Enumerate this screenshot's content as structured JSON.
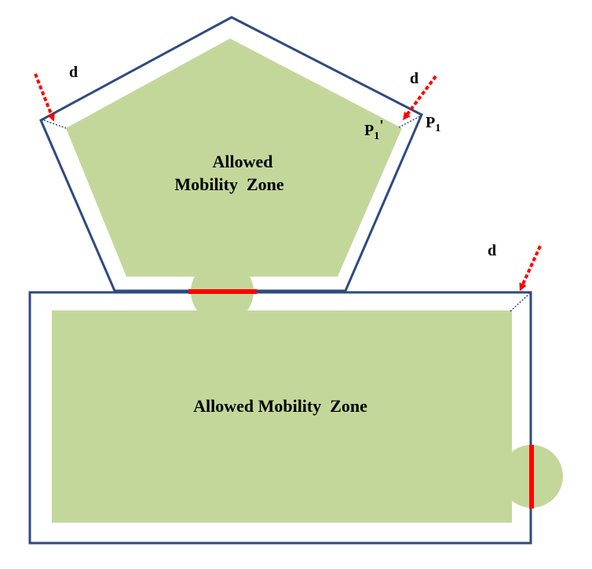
{
  "colors": {
    "outline": "#2E4A7F",
    "zone_fill": "#C4D79B",
    "gate": "#FF0000",
    "arrow": "#FF0000",
    "dotted": "#2E4A7F"
  },
  "labels": {
    "pentagon_zone_line1": "Allowed",
    "pentagon_zone_line2": "Mobility  Zone",
    "rect_zone": "Allowed Mobility  Zone",
    "d_left": "d",
    "d_right": "d",
    "d_rect": "d",
    "p1_prime_base": "P",
    "p1_prime_sub": "1",
    "p1_prime_mark": "'",
    "p1_base": "P",
    "p1_sub": "1"
  }
}
